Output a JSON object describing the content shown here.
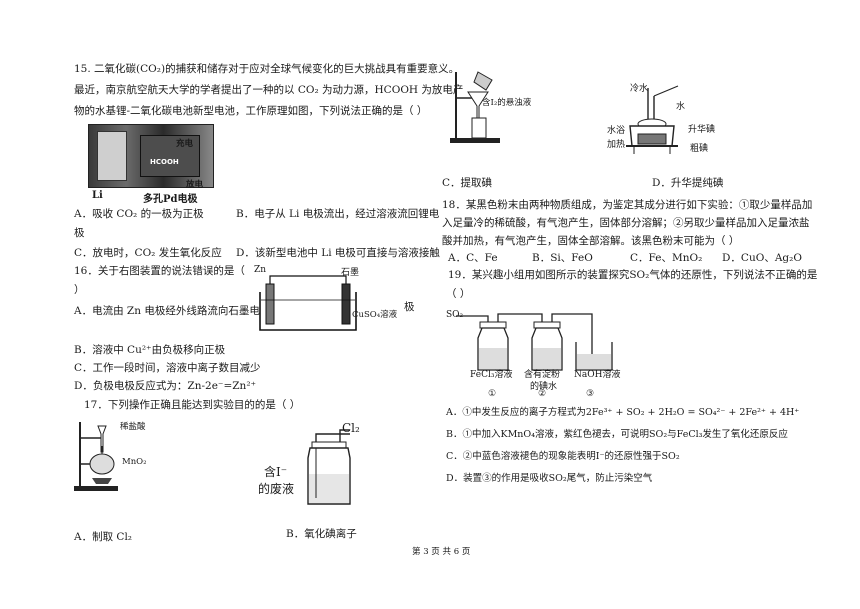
{
  "q15": {
    "line1": "15. 二氧化碳(CO₂)的捕获和储存对于应对全球气候变化的巨大挑战具有重要意义。",
    "line2": "最近，南京航空航天大学的学者提出了一种的以 CO₂ 为动力源，HCOOH 为放电产",
    "line3": "物的水基锂-二氧化碳电池新型电池，工作原理如图，下列说法正确的是（        ）",
    "img_charge": "充电",
    "img_discharge": "放电",
    "img_hcooh": "HCOOH",
    "img_li": "Li",
    "img_pd": "多孔Pd电极",
    "optA": "A．吸收 CO₂ 的一极为正极",
    "optB": "B．电子从 Li 电极流出，经过溶液流回锂电",
    "optB2": "极",
    "optC": "C．放电时，CO₂ 发生氧化反应",
    "optD": "D．该新型电池中 Li 电极可直接与溶液接触"
  },
  "q16": {
    "line1": "16．关于右图装置的说法错误的是（",
    "line2": "）",
    "zn": "Zn",
    "graphite": "石墨",
    "solution": "CuSO₄溶液",
    "optA": "A．电流由 Zn 电极经外线路流向石墨电",
    "optA2": "极",
    "optB": "B．溶液中 Cu²⁺由负极移向正极",
    "optC": "C．工作一段时间，溶液中离子数目减少",
    "optD": "D．负极电极反应式为：Zn-2e⁻=Zn²⁺"
  },
  "q17": {
    "line1": "17．下列操作正确且能达到实验目的的是（        ）",
    "hcl": "稀盐酸",
    "mno2": "MnO₂",
    "cl2": "Cl₂",
    "waste1": "含I⁻",
    "waste2": "的废液",
    "optA": "A．制取 Cl₂",
    "optB": "B．氧化碘离子",
    "img_i2": "含I₂的悬浊液",
    "cold_water": "冷水",
    "water": "水",
    "water_bath1": "水浴",
    "water_bath2": "加热",
    "sublimed": "升华碘",
    "crude": "粗碘",
    "optC": "C．提取碘",
    "optD": "D．升华提纯碘"
  },
  "q18": {
    "line1": "18．某黑色粉末由两种物质组成，为鉴定其成分进行如下实验：①取少量样品加",
    "line2": "入足量冷的稀硫酸，有气泡产生，固体部分溶解；②另取少量样品加入足量浓盐",
    "line3": "酸并加热，有气泡产生，固体全部溶解。该黑色粉末可能为（        ）",
    "optA": "A．C、Fe",
    "optB": "B．Si、FeO",
    "optC": "C．Fe、MnO₂",
    "optD": "D．CuO、Ag₂O"
  },
  "q19": {
    "line1": "19．某兴趣小组用如图所示的装置探究SO₂气体的还原性，下列说法不正确的是",
    "line2": "（        ）",
    "so2": "SO₂",
    "fecl3": "FeCl₃溶液",
    "starch1": "含有淀粉",
    "starch2": "的碘水",
    "naoh": "NaOH溶液",
    "n1": "①",
    "n2": "②",
    "n3": "③",
    "optA": "A．①中发生反应的离子方程式为2Fe³⁺ + SO₂ + 2H₂O = SO₄²⁻ + 2Fe²⁺ + 4H⁺",
    "optB": "B．①中加入KMnO₄溶液，紫红色褪去，可说明SO₂与FeCl₃发生了氧化还原反应",
    "optC": "C．②中蓝色溶液褪色的现象能表明I⁻的还原性强于SO₂",
    "optD": "D．装置③的作用是吸收SO₂尾气，防止污染空气"
  },
  "footer": "第 3 页 共 6 页"
}
